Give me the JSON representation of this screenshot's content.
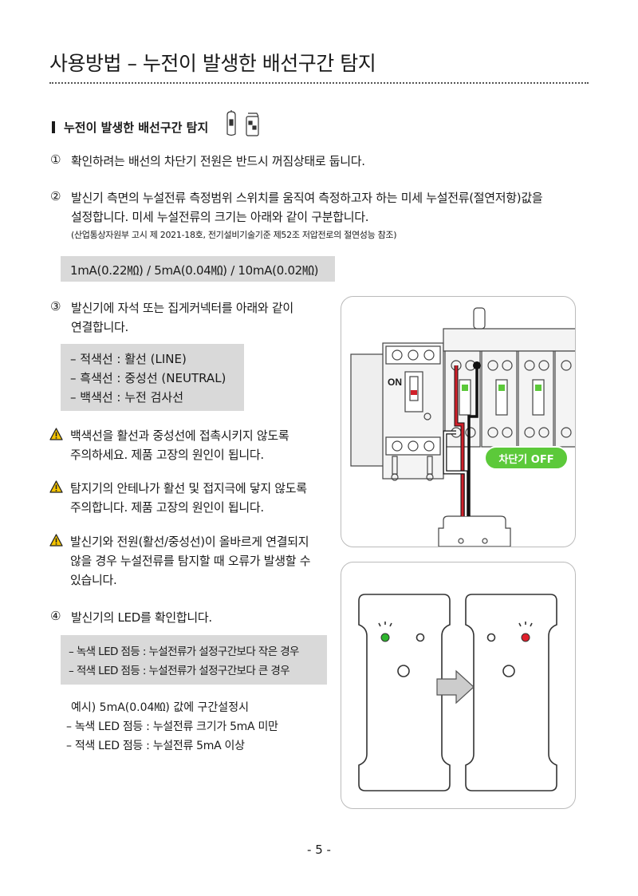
{
  "page": {
    "title": "사용방법 – 누전이 발생한 배선구간 탐지",
    "page_number": "- 5 -"
  },
  "section": {
    "title": "누전이 발생한 배선구간 탐지"
  },
  "steps": {
    "s1": {
      "num": "①",
      "text": "확인하려는 배선의 차단기 전원은 반드시 꺼짐상태로 둡니다."
    },
    "s2": {
      "num": "②",
      "line1": "발신기 측면의 누설전류 측정범위 스위치를 움직여 측정하고자 하는 미세 누설전류(절연저항)값을",
      "line2": "설정합니다. 미세 누설전류의 크기는 아래와 같이 구분합니다.",
      "note": "(산업통상자원부 고시 제 2021-18호, 전기설비기술기준 제52조 저압전로의 절연성능 참조)"
    },
    "range_box": "1mA(0.22㏁) / 5mA(0.04㏁) / 10mA(0.02㏁)",
    "s3": {
      "num": "③",
      "line1": "발신기에 자석 또는 집게커넥터를 아래와 같이",
      "line2": "연결합니다.",
      "wires": [
        "– 적색선 : 활선 (LINE)",
        "– 흑색선 : 중성선 (NEUTRAL)",
        "– 백색선 : 누전 검사선"
      ]
    },
    "warnings": [
      {
        "line1": "백색선을 활선과 중성선에 접촉시키지 않도록",
        "line2": "주의하세요. 제품 고장의 원인이 됩니다."
      },
      {
        "line1": "탐지기의 안테나가 활선 및 접지극에 닿지 않도록",
        "line2": "주의합니다. 제품 고장의 원인이 됩니다."
      },
      {
        "line1": "발신기와 전원(활선/중성선)이 올바르게 연결되지",
        "line2": "않을 경우 누설전류를 탐지할 때 오류가 발생할 수",
        "line3": "있습니다."
      }
    ],
    "s4": {
      "num": "④",
      "text": "발신기의 LED를 확인합니다.",
      "led_box": [
        "– 녹색 LED 점등 : 누설전류가 설정구간보다 작은 경우",
        "– 적색 LED 점등 : 누설전류가 설정구간보다 큰 경우"
      ],
      "example_title": "예시) 5mA(0.04㏁) 값에 구간설정시",
      "examples": [
        "– 녹색 LED 점등 : 누설전류 크기가 5mA 미만",
        "– 적색 LED 점등 : 누설전류 5mA 이상"
      ]
    }
  },
  "figure1": {
    "on_label": "ON",
    "breaker_off_label": "차단기 OFF"
  },
  "colors": {
    "gray_box": "#d9d9d9",
    "green_badge": "#5cc93a",
    "led_green": "#2db52d",
    "led_red": "#e0202c",
    "wire_red": "#d0202a",
    "wire_black": "#111111"
  },
  "icons": [
    "warning-icon",
    "transmitter-icon",
    "detector-icon",
    "arrow-right-icon"
  ]
}
